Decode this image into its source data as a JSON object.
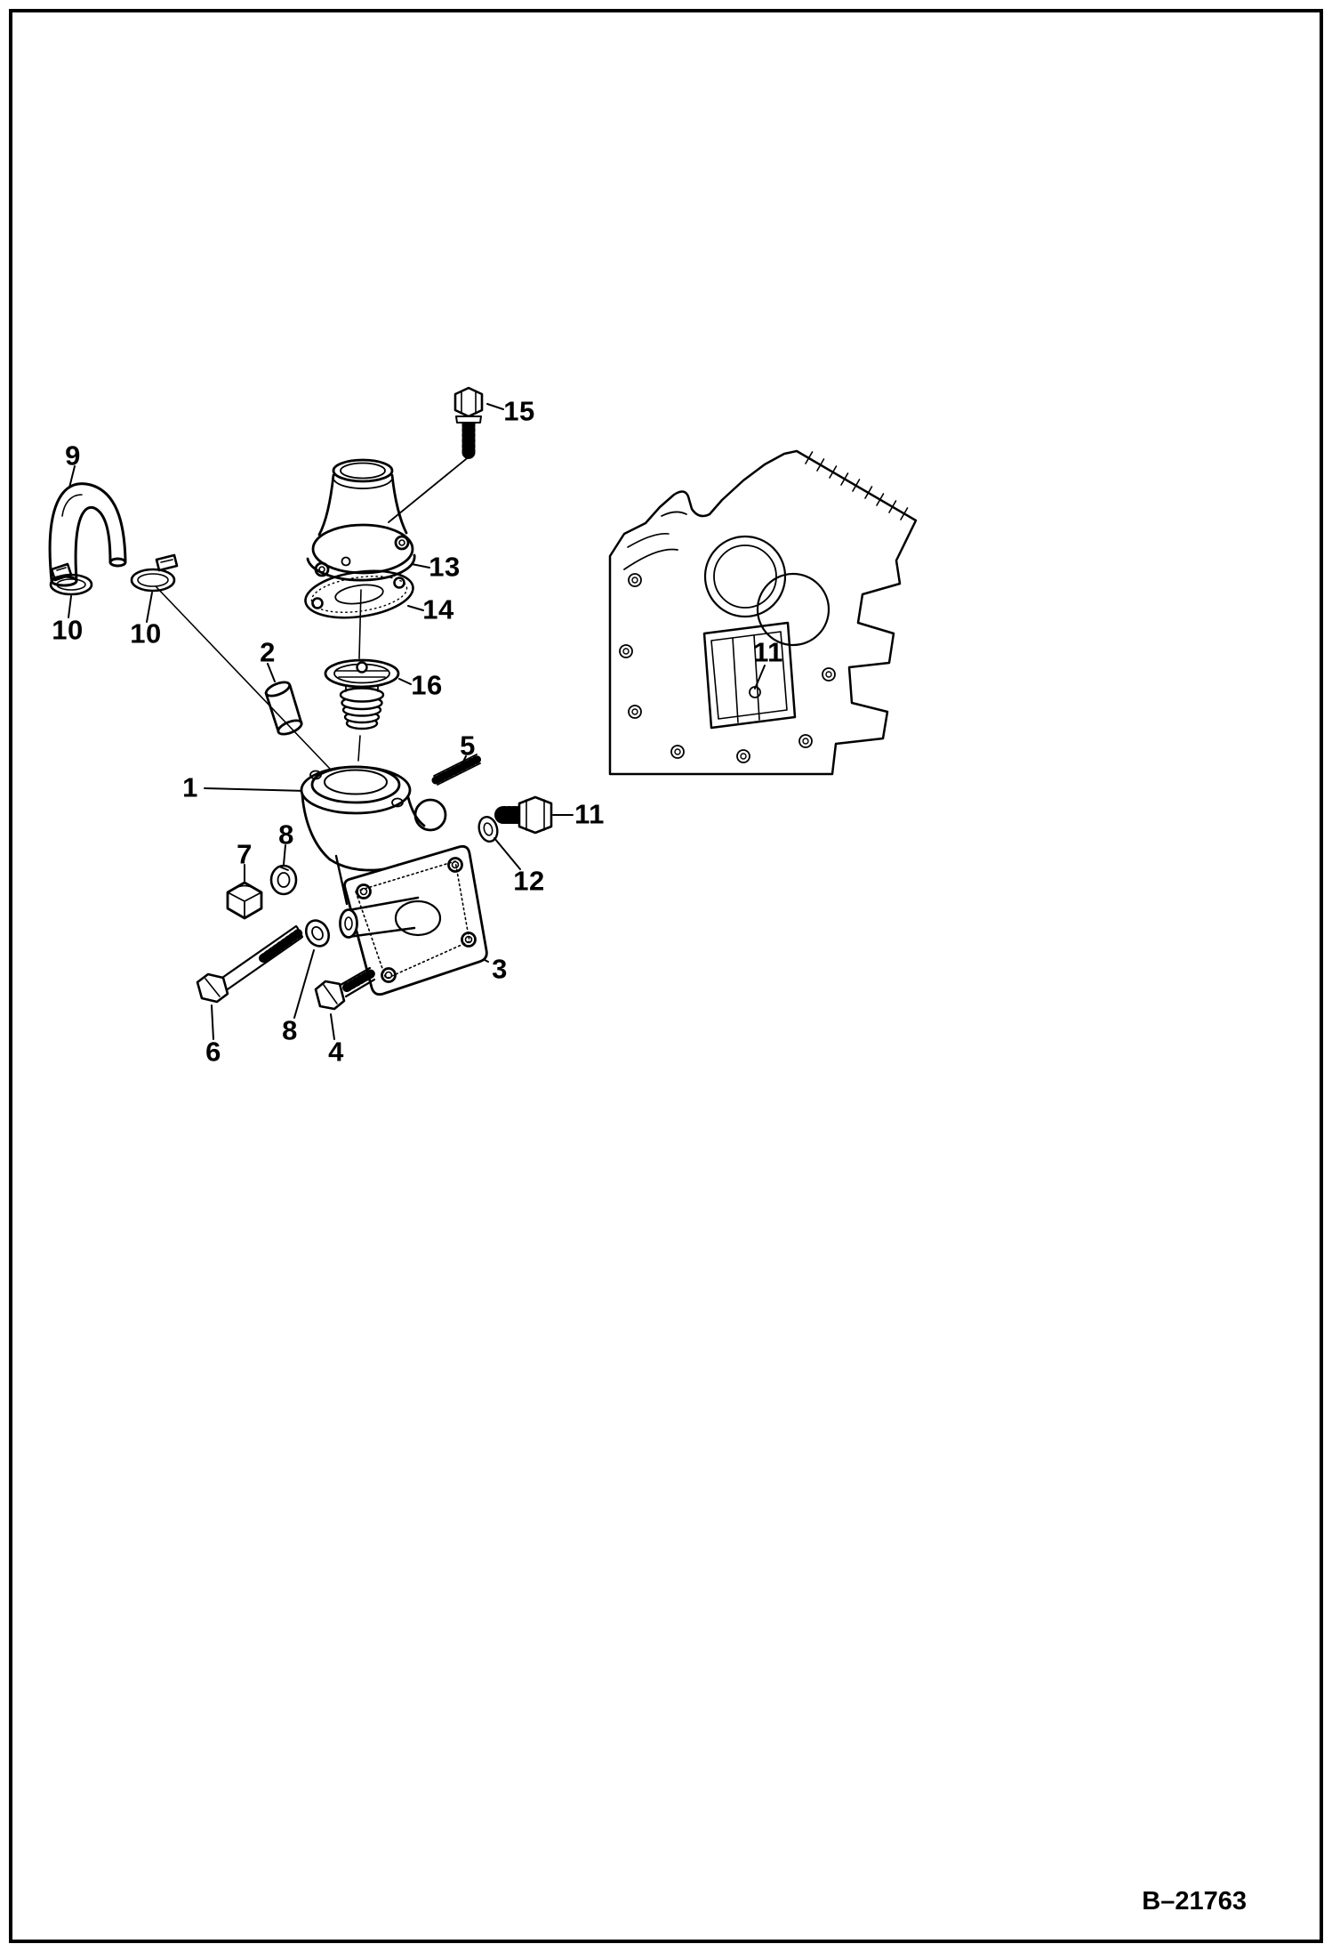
{
  "figure": {
    "type": "exploded-parts-diagram",
    "subject": "thermostat housing assembly",
    "background_color": "#ffffff",
    "ink_color": "#000000",
    "drawing_number": "B–21763",
    "callouts": [
      {
        "label": "9"
      },
      {
        "label": "15"
      },
      {
        "label": "13"
      },
      {
        "label": "14"
      },
      {
        "label": "10"
      },
      {
        "label": "10"
      },
      {
        "label": "2"
      },
      {
        "label": "16"
      },
      {
        "label": "11"
      },
      {
        "label": "1"
      },
      {
        "label": "5"
      },
      {
        "label": "11"
      },
      {
        "label": "8"
      },
      {
        "label": "7"
      },
      {
        "label": "12"
      },
      {
        "label": "3"
      },
      {
        "label": "8"
      },
      {
        "label": "6"
      },
      {
        "label": "4"
      }
    ]
  }
}
